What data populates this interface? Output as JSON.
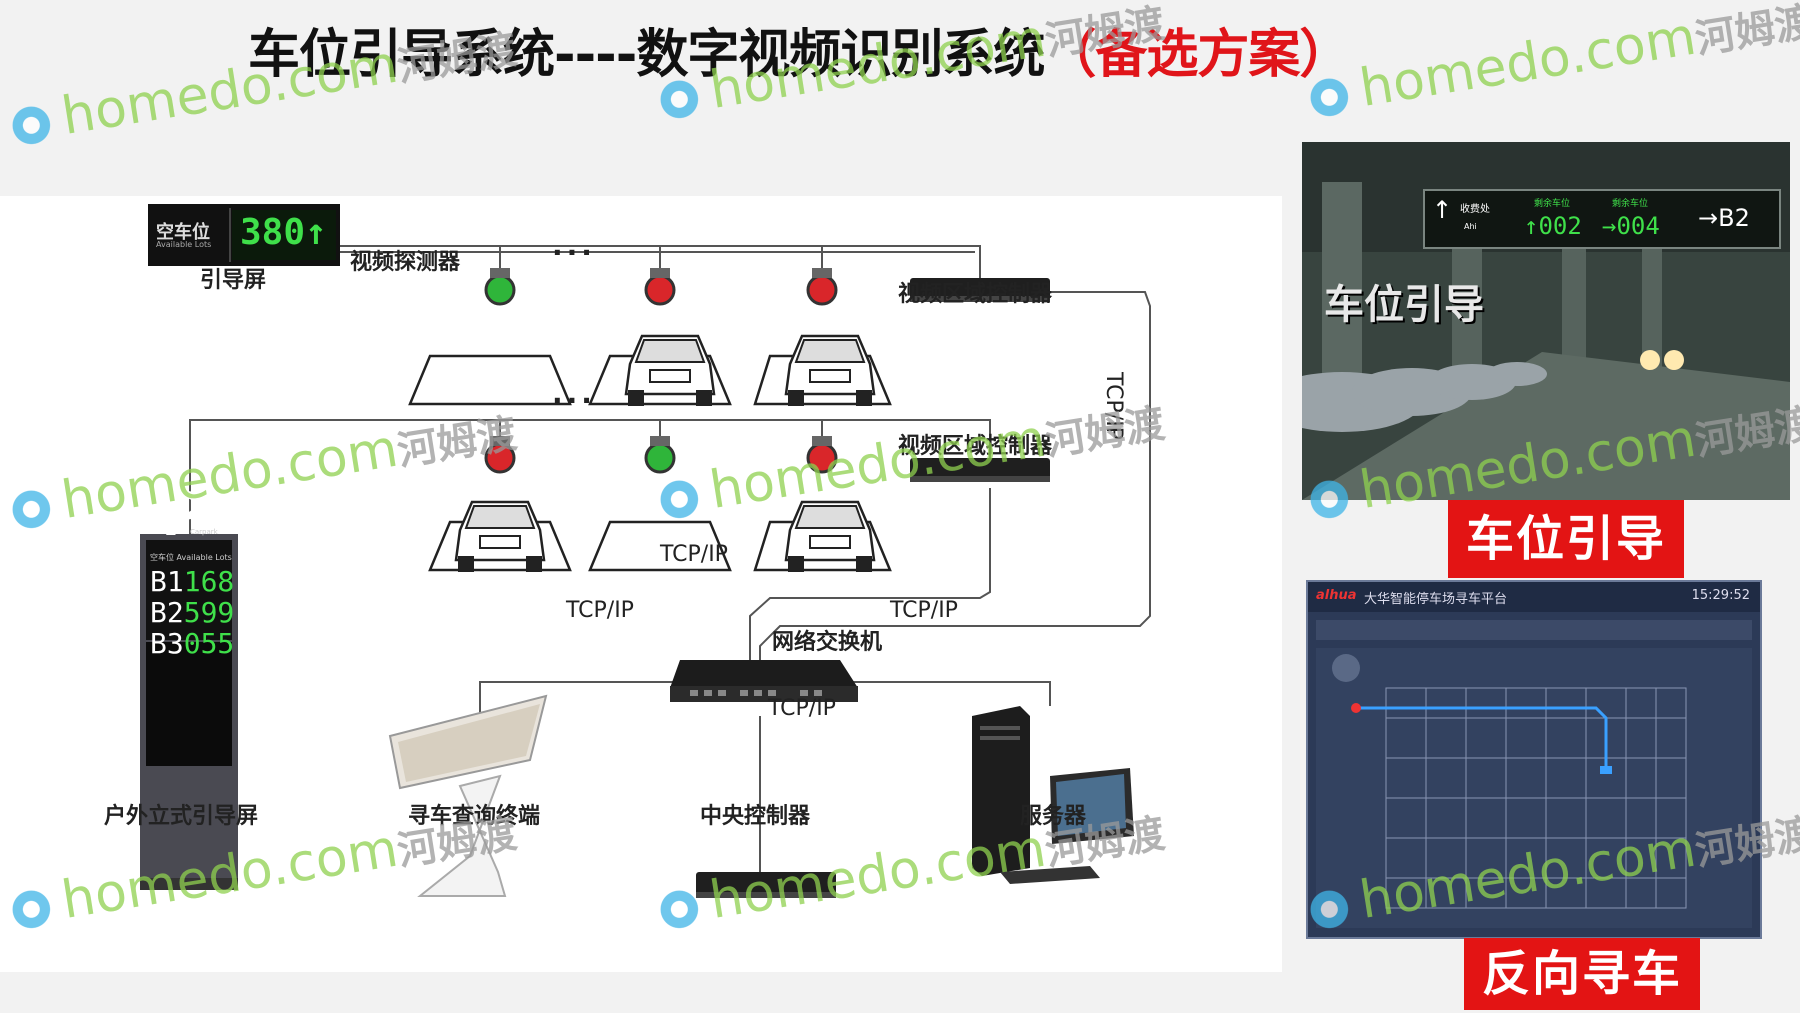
{
  "title": {
    "main": "车位引导系统----数字视频识别系统",
    "alt": "（备选方案）"
  },
  "diagram": {
    "guide_screen_sign": {
      "label": "空车位",
      "sub": "Available Lots",
      "value": "380"
    },
    "labels": {
      "guide_screen": "引导屏",
      "video_detector": "视频探测器",
      "video_zone_controller_1": "视频区域控制器",
      "video_zone_controller_2": "视频区域控制器",
      "network_switch": "网络交换机",
      "outdoor_guide": "户外立式引导屏",
      "query_terminal": "寻车查询终端",
      "central_controller": "中央控制器",
      "server": "服务器"
    },
    "protocols": {
      "p1": "TCP/IP",
      "p2": "TCP/IP",
      "p3": "TCP/IP",
      "p4": "TCP/IP",
      "p5": "TCP/IP"
    },
    "ellipsis": "···",
    "outdoor_sign": {
      "letter": "P",
      "sub": "Carpark",
      "avail": "空车位 Available Lots",
      "rows": [
        {
          "floor": "B1",
          "count": "168"
        },
        {
          "floor": "B2",
          "count": "599"
        },
        {
          "floor": "B3",
          "count": "055"
        }
      ]
    }
  },
  "photo": {
    "overlay": "车位引导",
    "sign": {
      "label1": "收费处",
      "sub1": "Ahi",
      "label2": "剩余车位",
      "val2": "002",
      "label3": "剩余车位",
      "val3": "004",
      "dest": "B2"
    },
    "caption": "车位引导"
  },
  "screen": {
    "brand": "alhua",
    "title": "大华智能停车场寻车平台",
    "time": "15:29:52",
    "caption": "反向寻车"
  },
  "watermark": {
    "text": "homedo.com",
    "cn": "河姆渡"
  },
  "colors": {
    "accent_red": "#e31414",
    "title_red": "#e0151a",
    "watermark_green": "#8fd14f",
    "led_green": "#3fe04a"
  }
}
